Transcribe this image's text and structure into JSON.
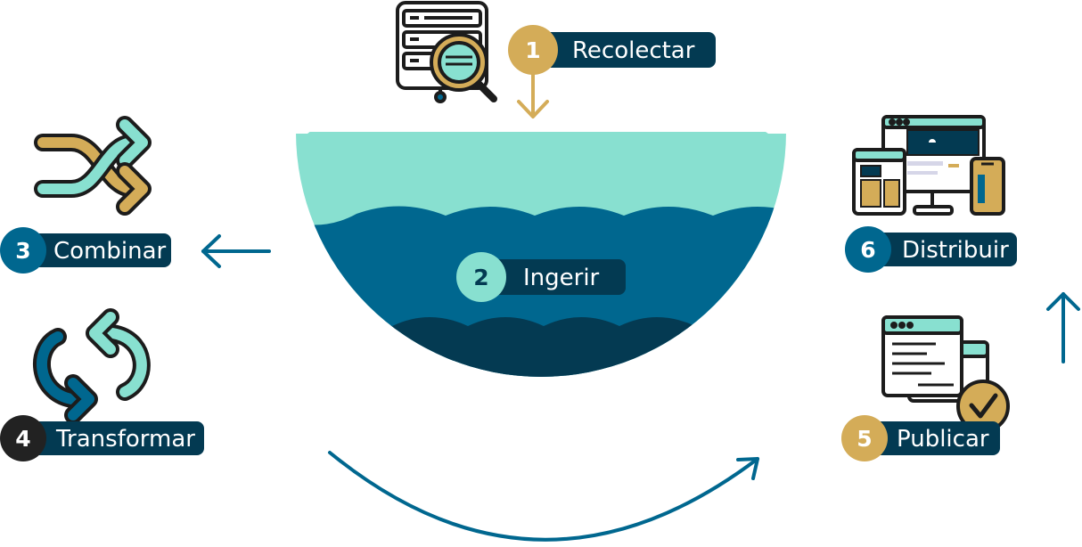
{
  "colors": {
    "navy": "#033a52",
    "ocean": "#00678f",
    "deep": "#043a52",
    "aqua": "#88e0d0",
    "gold": "#d4ac58",
    "dark": "#222222",
    "white": "#ffffff"
  },
  "steps": [
    {
      "number": "1",
      "label": "Recolectar",
      "icon": "database-search-icon"
    },
    {
      "number": "2",
      "label": "Ingerir",
      "icon": "data-lake-icon"
    },
    {
      "number": "3",
      "label": "Combinar",
      "icon": "shuffle-icon"
    },
    {
      "number": "4",
      "label": "Transformar",
      "icon": "refresh-cycle-icon"
    },
    {
      "number": "5",
      "label": "Publicar",
      "icon": "approved-documents-icon"
    },
    {
      "number": "6",
      "label": "Distribuir",
      "icon": "multi-device-icon"
    }
  ]
}
